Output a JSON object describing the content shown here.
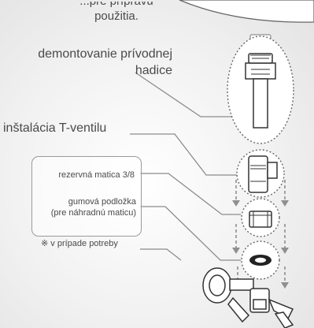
{
  "top_caption": {
    "line1": "...pre prípravu",
    "line2": "použitia."
  },
  "labels": {
    "hose_line1": "demontovanie prívodnej",
    "hose_line2": "hadice",
    "tvalve": "inštalácia T-ventilu"
  },
  "parts_box": {
    "spare_nut": "rezervná matica 3/8",
    "gasket_line1": "gumová podložka",
    "gasket_line2": "(pre náhradnú maticu)"
  },
  "footnote": "※ v prípade potreby",
  "colors": {
    "text": "#4a4a4a",
    "line": "#8c8c8c",
    "drawing": "#555555"
  }
}
